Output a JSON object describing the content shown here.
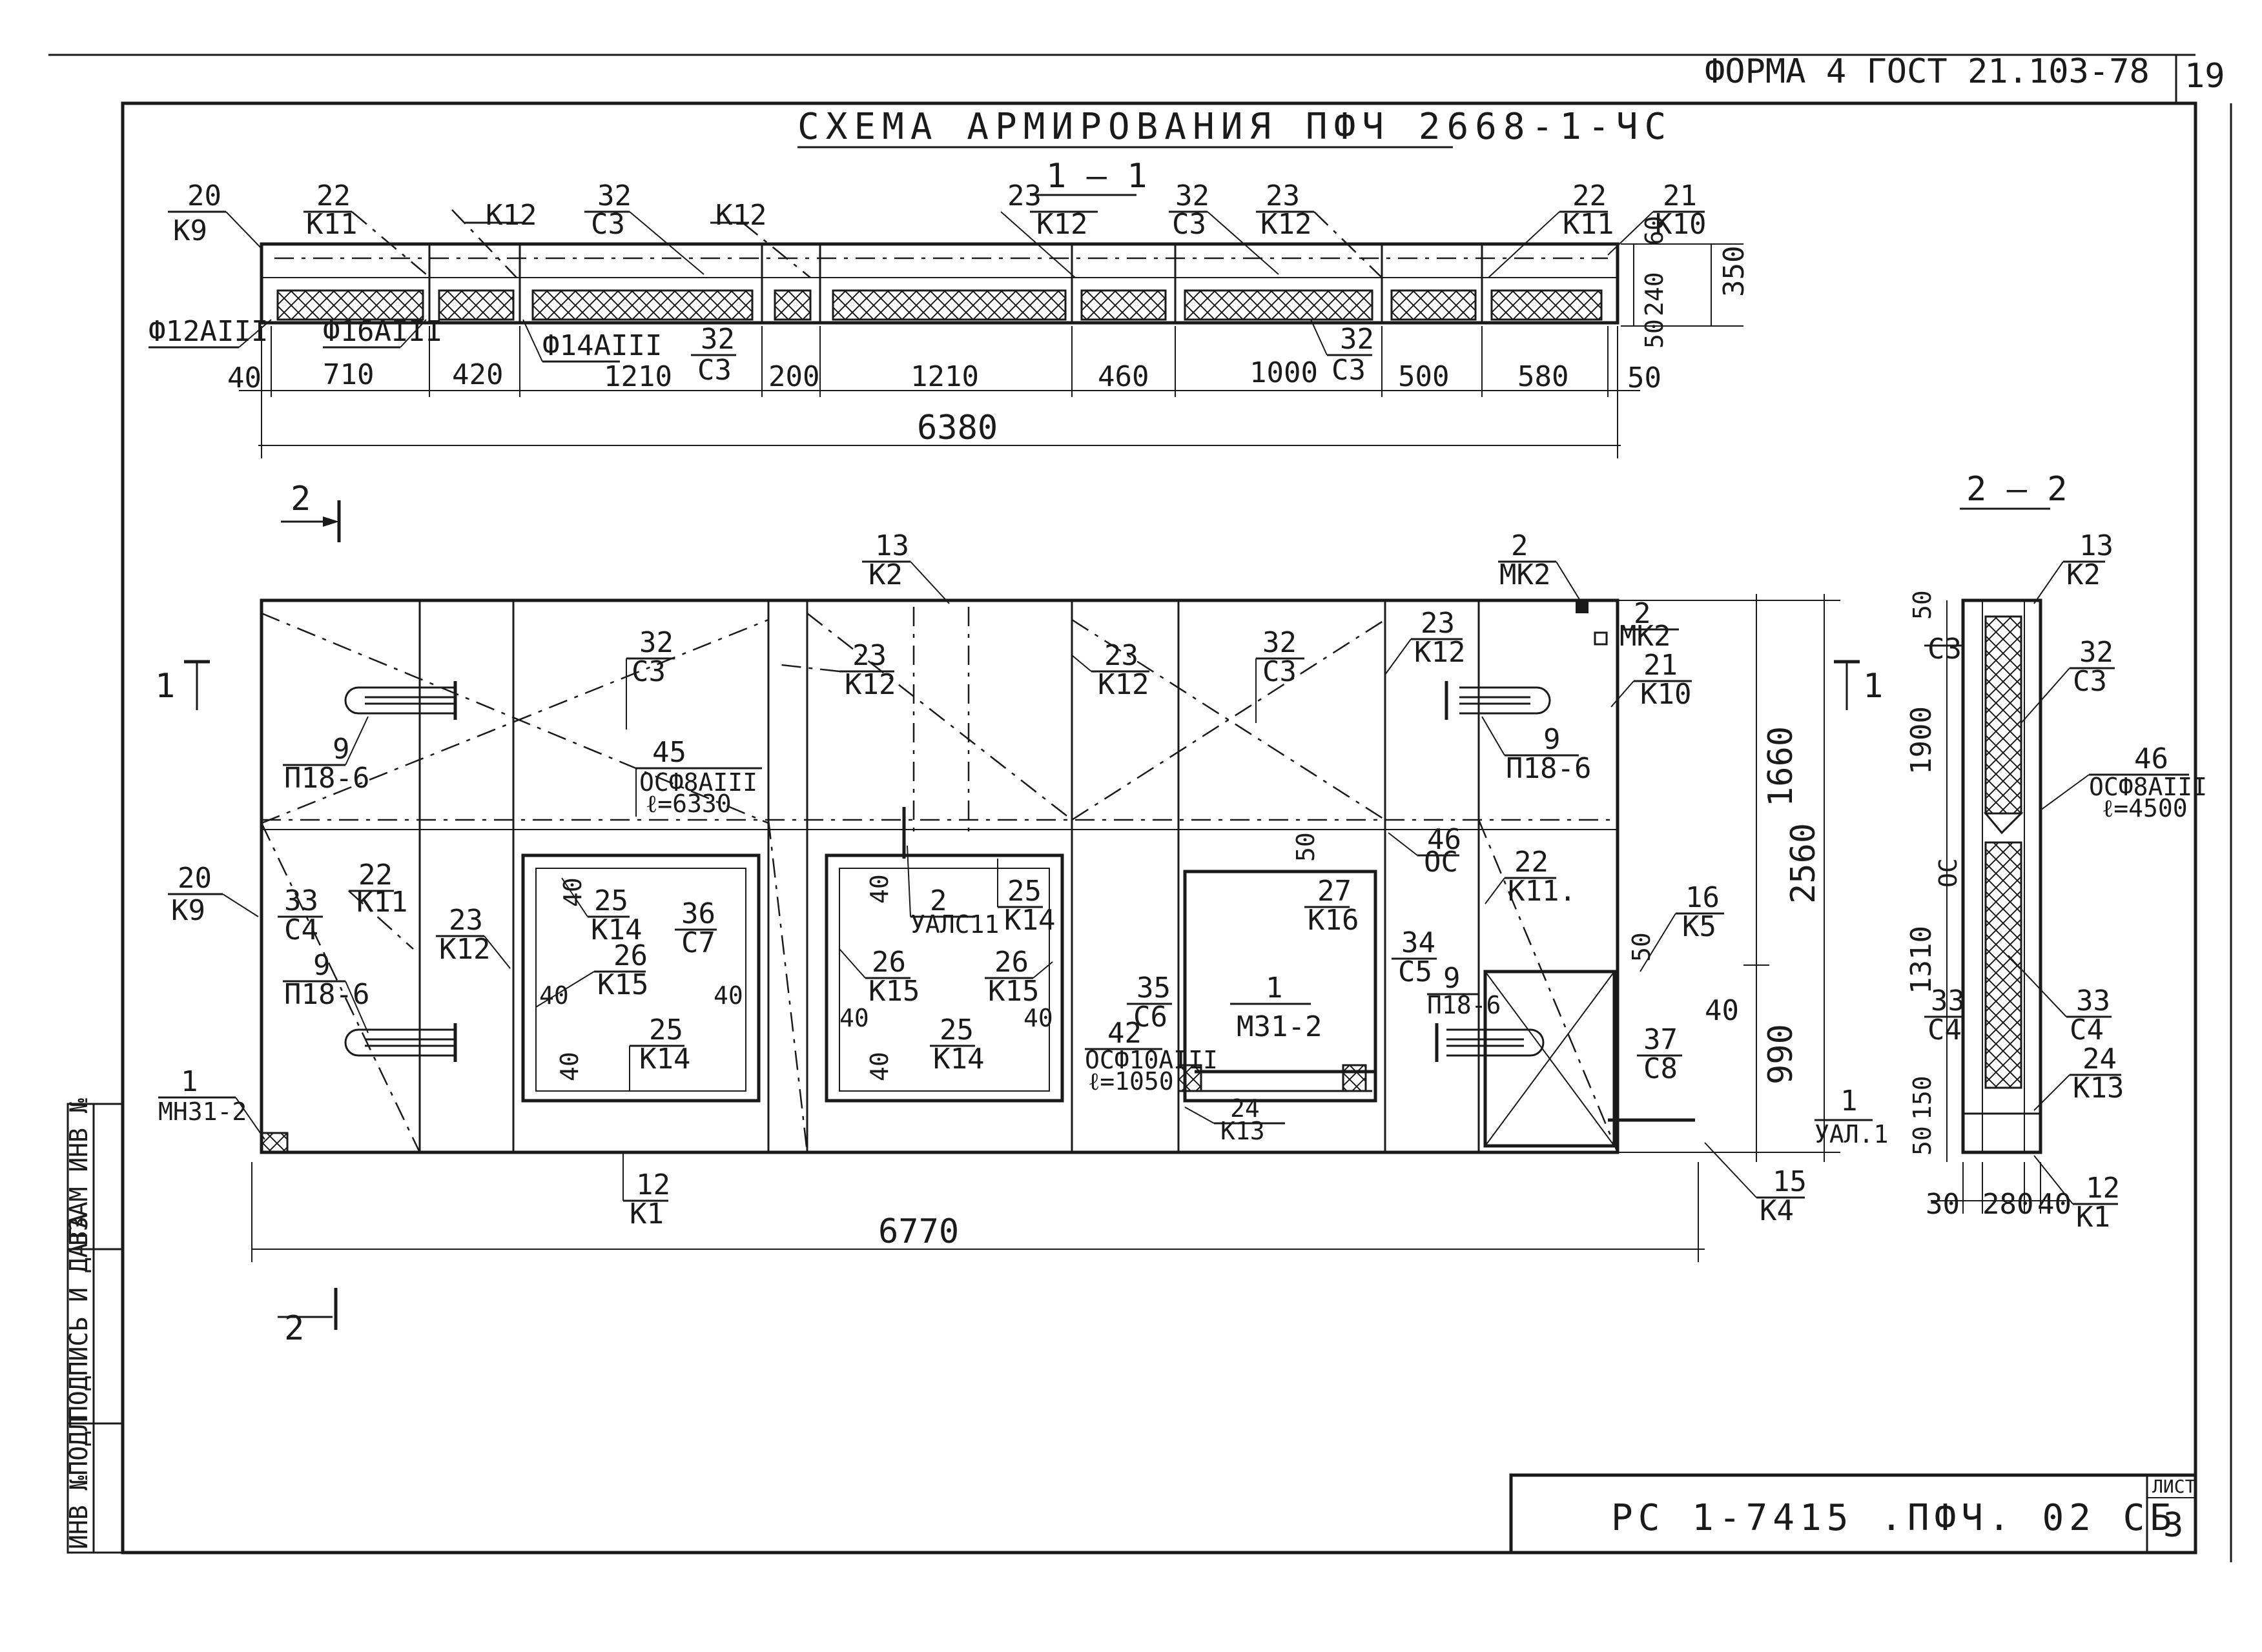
{
  "header": {
    "form": "ФОРМА 4 ГОСТ 21.103-78",
    "page_number": "19"
  },
  "title": "СХЕМА АРМИРОВАНИЯ ПФЧ 2668-1-ЧС",
  "section_1": {
    "label": "1 — 1",
    "callouts": {
      "c20": "20",
      "k9": "К9",
      "c22a": "22",
      "k11a": "К11",
      "k12a": "К12",
      "c32a": "32",
      "c3a": "С3",
      "k12b": "К12",
      "c23a": "23",
      "k12c": "К12",
      "c32b": "32",
      "c3b": "С3",
      "c23b": "23",
      "k12d": "К12",
      "c22b": "22",
      "k11b": "К11",
      "c21": "21",
      "k10": "К10",
      "c32c": "32",
      "c3c": "С3",
      "c32d": "32",
      "c3d": "С3"
    },
    "rebar": {
      "a": "Ф12АIII",
      "b": "Ф16АIII",
      "c": "Ф14АIII"
    },
    "dims_bottom": [
      "40",
      "710",
      "420",
      "1210",
      "200",
      "1210",
      "460",
      "1000",
      "500",
      "580",
      "50"
    ],
    "dims_right": [
      "60",
      "240",
      "50",
      "350"
    ],
    "overall": "6380"
  },
  "section_2": {
    "label": "2 — 2",
    "labels": {
      "c13": "13",
      "k2": "К2",
      "c32": "32",
      "c3": "С3",
      "c3_left": "С3",
      "c46": "46",
      "oc46": "ОСФ8АIII",
      "l46": "ℓ=4500",
      "oc": "ОС",
      "c33a": "33",
      "c4a": "С4",
      "c33b": "33",
      "c4b": "С4",
      "c24": "24",
      "k13": "К13",
      "c12": "12",
      "k1": "К1"
    },
    "dims_vert": [
      "50",
      "1900",
      "1310",
      "150",
      "50"
    ],
    "dims_bottom": [
      "30",
      "280",
      "40"
    ]
  },
  "elevation": {
    "callouts": {
      "c13": "13",
      "k2": "К2",
      "c2a": "2",
      "mk2a": "МК2",
      "c2b": "2",
      "mk2b": "МК2",
      "c21": "21",
      "k10": "К10",
      "c32a": "32",
      "c3a": "С3",
      "c23a": "23",
      "k12a": "К12",
      "c23b": "23",
      "k12b": "К12",
      "c32b": "32",
      "c3b": "С3",
      "c23c": "23",
      "k12c": "К12",
      "c9a": "9",
      "p9a": "П18-6",
      "c9b": "9",
      "p9b": "П18-6",
      "c45": "45",
      "oc45": "ОСФ8АIII",
      "l45": "ℓ=6330",
      "c46": "46",
      "oc46": "ОС",
      "c20": "20",
      "k9": "К9",
      "c33": "33",
      "c4": "С4",
      "c22a": "22",
      "k11a": "К11",
      "c23d": "23",
      "k12d": "К12",
      "c9c": "9",
      "p9c": "П18-6",
      "c25a": "25",
      "k14a": "К14",
      "c26a": "26",
      "k15a": "К15",
      "c36": "36",
      "c7": "С7",
      "c25b": "25",
      "k14b": "К14",
      "c2u": "2",
      "ual": "УАЛС11",
      "c25c": "25",
      "k14c": "К14",
      "c26b": "26",
      "k15b": "К15",
      "c26c": "26",
      "k15c": "К15",
      "c25d": "25",
      "k14d": "К14",
      "c35": "35",
      "c6": "С6",
      "c42": "42",
      "oc42": "ОСФ10АIII",
      "l42": "ℓ=1050",
      "c1m": "1",
      "m31": "МЗ1-2",
      "c24": "24",
      "k13": "К13",
      "c27": "27",
      "k16": "К16",
      "c22b": "22",
      "k11b": "К11.",
      "c34": "34",
      "c5": "С5",
      "c9d": "9",
      "p9d": "П18-6",
      "c16": "16",
      "k5": "К5",
      "c37": "37",
      "c8": "С8",
      "c1": "1",
      "mn31": "МН31-2",
      "c12": "12",
      "k1": "К1",
      "c15": "15",
      "k4": "К4",
      "c1r": "1",
      "ual1": "УАЛ.1"
    },
    "small_dims": [
      "40",
      "40",
      "40",
      "40",
      "40",
      "40",
      "40",
      "40",
      "50",
      "50",
      "40"
    ],
    "dims_right": [
      "1660",
      "990",
      "2560"
    ],
    "overall": "6770",
    "section_marks": {
      "s1a": "1",
      "s1b": "1",
      "s2a": "2",
      "s2b": "2"
    }
  },
  "stamp_column": [
    "ИНВ №ПОДЛ",
    "ПОДПИСЬ И ДАТА",
    "ВЗАМ ИНВ №"
  ],
  "title_block": {
    "code": "РС 1-7415 .ПФЧ. 02 СБ",
    "sheet_label": "ЛИСТ",
    "sheet_number": "3"
  }
}
